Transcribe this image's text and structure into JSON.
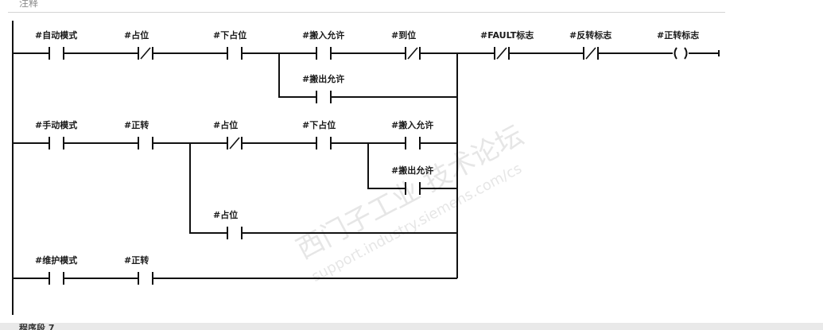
{
  "header": {
    "comment_label": "注释"
  },
  "watermark": {
    "line1": "西门子工业 技术论坛",
    "line2": "support.industry.siemens.com/cs"
  },
  "networks": [
    {
      "id": "net1",
      "contacts": [
        {
          "tag": "#自动模式",
          "type": "NO"
        },
        {
          "tag": "#占位",
          "type": "NC"
        },
        {
          "tag": "#下占位",
          "type": "NO"
        },
        {
          "tag": "#搬入允许",
          "type": "NO"
        },
        {
          "tag": "#到位",
          "type": "NC"
        },
        {
          "tag": "#搬出允许",
          "type": "NO"
        },
        {
          "tag": "#FAULT标志",
          "type": "NC"
        },
        {
          "tag": "#反转标志",
          "type": "NC"
        }
      ],
      "coil": {
        "tag": "#正转标志",
        "type": "coil"
      }
    },
    {
      "id": "net2",
      "contacts": [
        {
          "tag": "#手动模式",
          "type": "NO"
        },
        {
          "tag": "#正转",
          "type": "NO"
        },
        {
          "tag": "#占位",
          "type": "NC"
        },
        {
          "tag": "#下占位",
          "type": "NO"
        },
        {
          "tag": "#搬入允许",
          "type": "NO"
        },
        {
          "tag": "#搬出允许",
          "type": "NO"
        },
        {
          "tag": "#占位",
          "type": "NO"
        }
      ]
    },
    {
      "id": "net3",
      "contacts": [
        {
          "tag": "#维护模式",
          "type": "NO"
        },
        {
          "tag": "#正转",
          "type": "NO"
        }
      ]
    }
  ],
  "footer": {
    "segment_label": "程序段 7"
  }
}
